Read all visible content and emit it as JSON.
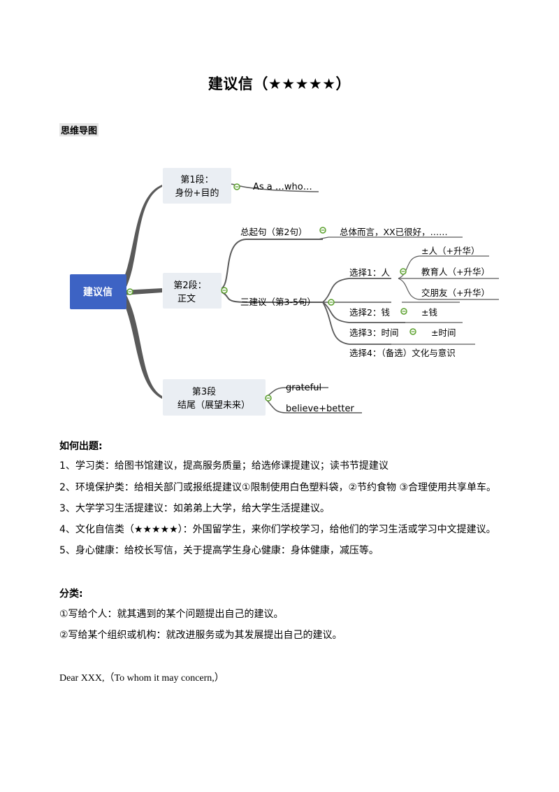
{
  "title": "建议信（★★★★★）",
  "mindmap_label": "思维导图",
  "mindmap": {
    "root": "建议信",
    "p1_title": "第1段：",
    "p1_sub": "身份+目的",
    "p1_child": "As a …who…",
    "p2_title": "第2段：",
    "p2_sub": "正文",
    "topic": "总起句（第2句）",
    "topic_child": "总体而言，XX已很好，……",
    "suggest": "三建议（第3-5句）",
    "c1": "选择1：人",
    "c1_a": "±人（+升华）",
    "c1_b": "教育人（+升华）",
    "c1_c": "交朋友（+升华）",
    "c2": "选择2：钱",
    "c2_a": "±钱",
    "c3": "选择3：时间",
    "c3_a": "±时间",
    "c4": "选择4：（备选）文化与意识",
    "p3_title": "第3段",
    "p3_sub": "结尾（展望未来）",
    "p3_a": "grateful",
    "p3_b": "believe+better"
  },
  "how": {
    "heading": "如何出题:",
    "items": [
      "1、学习类：给图书馆建议，提高服务质量；给选修课提建议；读书节提建议",
      "2、环境保护类：给相关部门或报纸提建议①限制使用白色塑料袋，②节约食物 ③合理使用共享单车。",
      "3、大学学习生活提建议：如弟弟上大学，给大学生活提建议。",
      "4、文化自信类（★★★★★）：外国留学生，来你们学校学习，给他们的学习生活或学习中文提建议。",
      "5、身心健康：给校长写信，关于提高学生身心健康：身体健康，减压等。"
    ]
  },
  "types": {
    "heading": "分类:",
    "items": [
      "①写给个人：就其遇到的某个问题提出自己的建议。",
      "②写给某个组织或机构：就改进服务或为其发展提出自己的建议。"
    ]
  },
  "salutation": "Dear XXX,（To whom it may concern,）",
  "colors": {
    "root_fill": "#3d63c4",
    "node_fill": "#eaeef3",
    "branch": "#595959",
    "collapse": "#5aa02c"
  }
}
